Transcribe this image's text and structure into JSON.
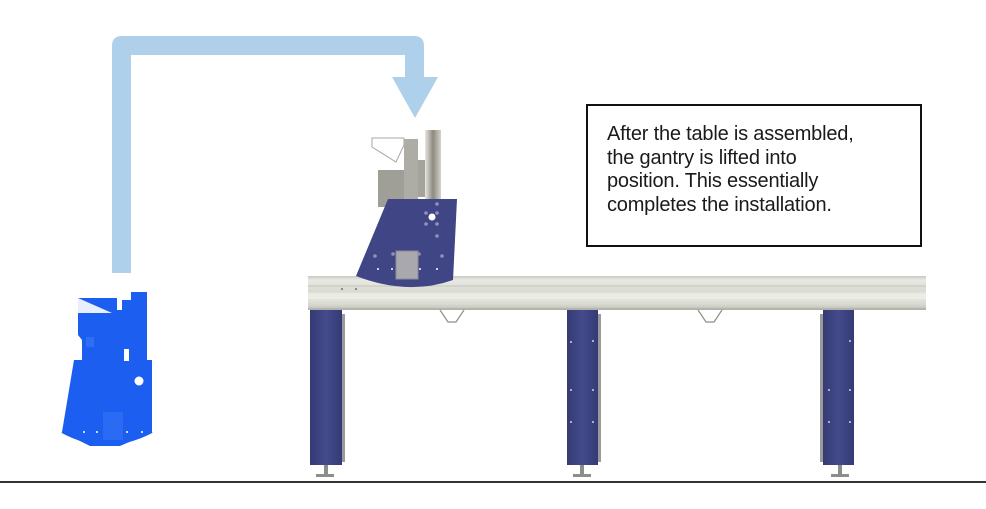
{
  "diagram": {
    "type": "installation-step-illustration",
    "callout": {
      "text": "After the table is assembled,\nthe gantry is lifted into\nposition. This essentially\ncompletes the installation."
    },
    "elements": {
      "lift_arrow": {
        "label": "lift-path-arrow",
        "color": "#aed0ea",
        "from": "gantry-before",
        "to": "gantry-installed"
      },
      "gantry_before": {
        "label": "gantry (before lift, highlighted)",
        "color": "#1b5ef0"
      },
      "gantry_installed": {
        "label": "gantry (installed on table)",
        "plate_color": "#3f4585",
        "carriage_color": "#a9a9a3"
      },
      "table": {
        "label": "table rail",
        "rail_color": "#dcddd4",
        "leg_color": "#3f4585",
        "legs": 3
      },
      "floor": {
        "color": "#333333"
      }
    },
    "colors": {
      "arrow": "#aed0ea",
      "highlight_gantry": "#1b5ef0",
      "steel_plate": "#3f4585",
      "rail": "#dcddd4",
      "text": "#1a1a1a",
      "border": "#111111"
    }
  }
}
